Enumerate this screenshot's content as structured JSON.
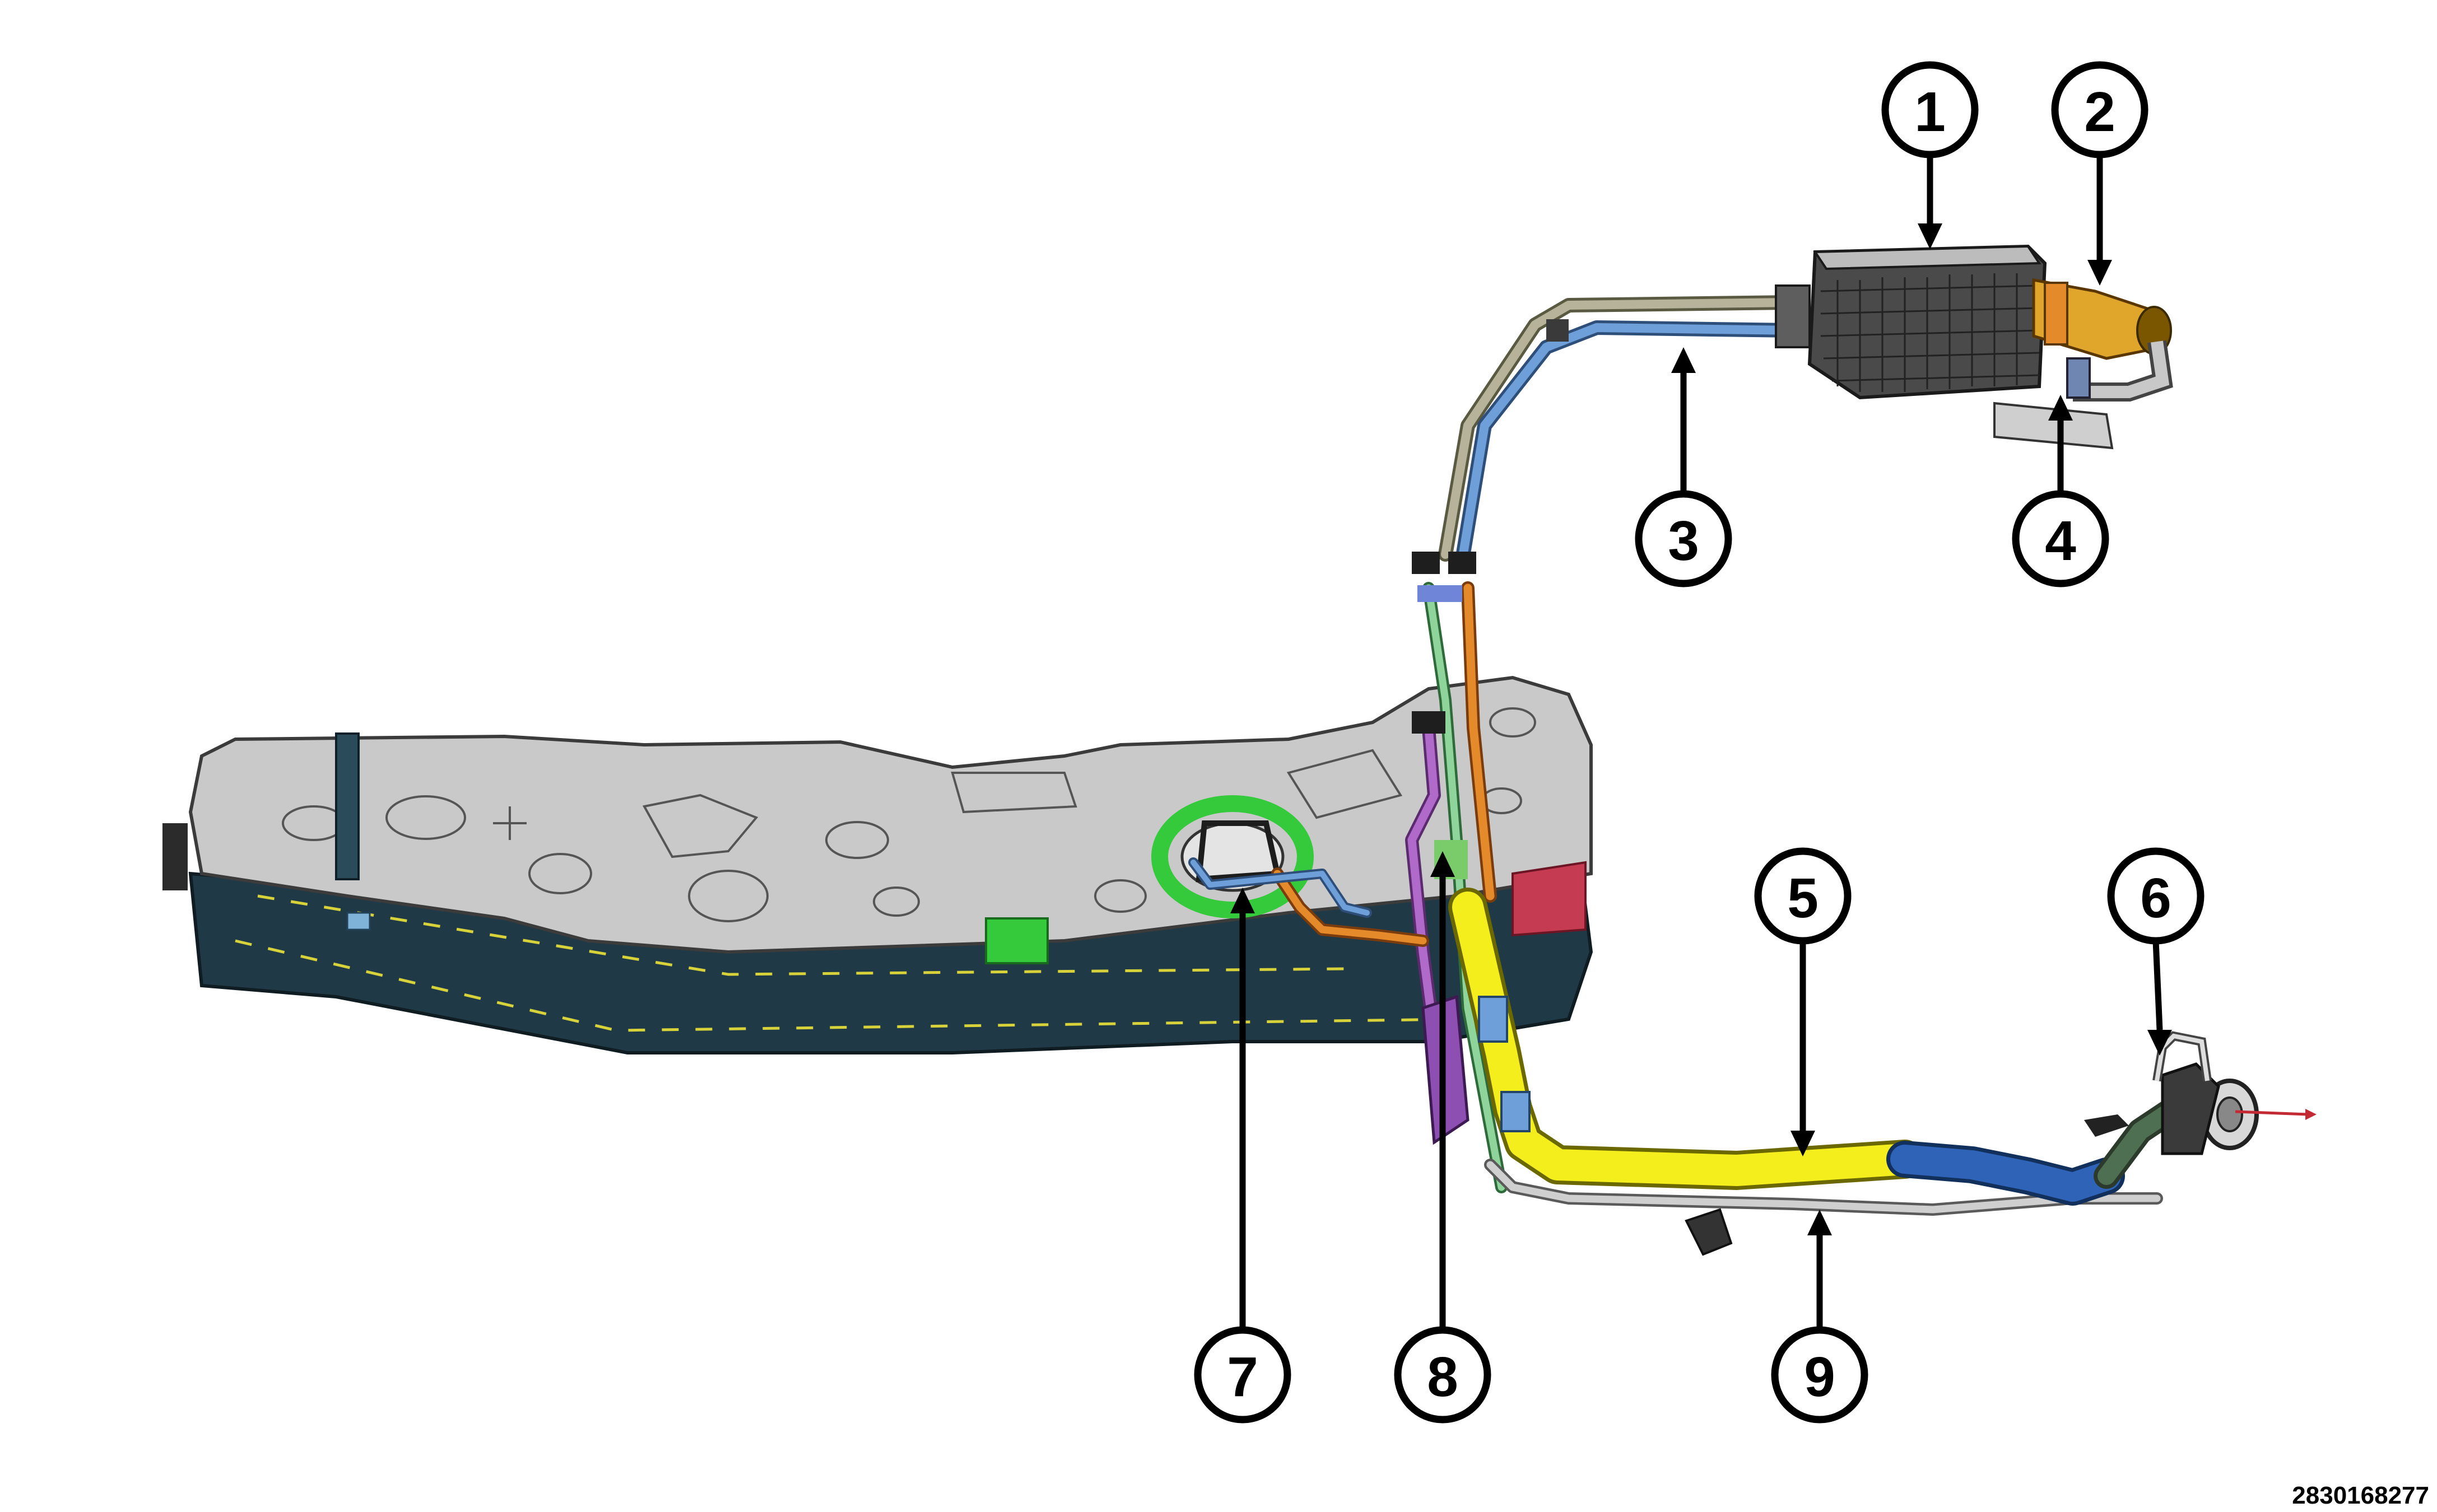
{
  "figure_id": "2830168277",
  "colors": {
    "tank_top": "#c9c9c9",
    "tank_side": "#1f3a46",
    "canister": "#4a4a4a",
    "filler_tube": "#f4ef1c",
    "filler_blue": "#2f63b8",
    "line_blue": "#6f9fd8",
    "line_orange": "#e58a2a",
    "line_green": "#8fd49a",
    "line_purple": "#b06ac9",
    "pump_ring": "#35c93c"
  },
  "callouts": [
    {
      "label": "1"
    },
    {
      "label": "2"
    },
    {
      "label": "3"
    },
    {
      "label": "4"
    },
    {
      "label": "5"
    },
    {
      "label": "6"
    },
    {
      "label": "7"
    },
    {
      "label": "8"
    },
    {
      "label": "9"
    }
  ]
}
